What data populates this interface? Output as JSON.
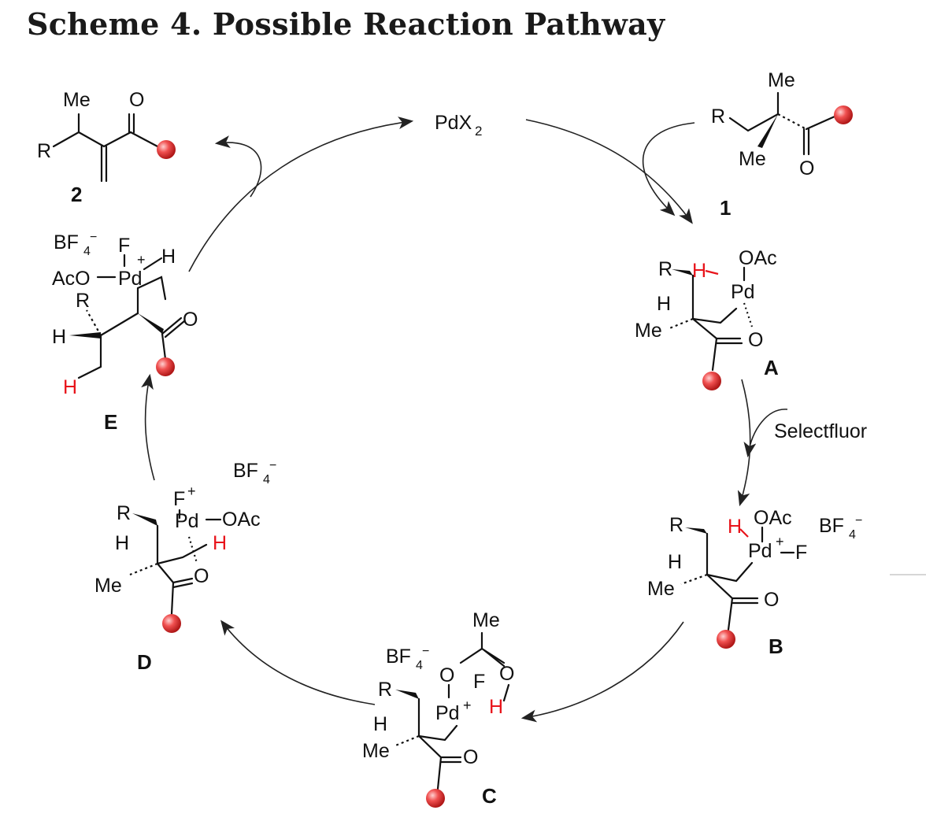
{
  "title": "Scheme 4. Possible Reaction Pathway",
  "catalyst": {
    "label": "PdX",
    "sub": "2"
  },
  "reagent": "Selectfluor",
  "atoms": {
    "Me": "Me",
    "R": "R",
    "O": "O",
    "H": "H",
    "F": "F",
    "Pd": "Pd",
    "OAc": "OAc",
    "AcO": "AcO",
    "plus": "+",
    "BF": "BF",
    "four": "4",
    "minus": "−"
  },
  "compounds": {
    "product": "2",
    "start": "1",
    "A": "A",
    "B": "B",
    "C": "C",
    "D": "D",
    "E": "E"
  },
  "colors": {
    "highlight": "#e8141b",
    "ink": "#111111",
    "sphere": "#f05050"
  }
}
